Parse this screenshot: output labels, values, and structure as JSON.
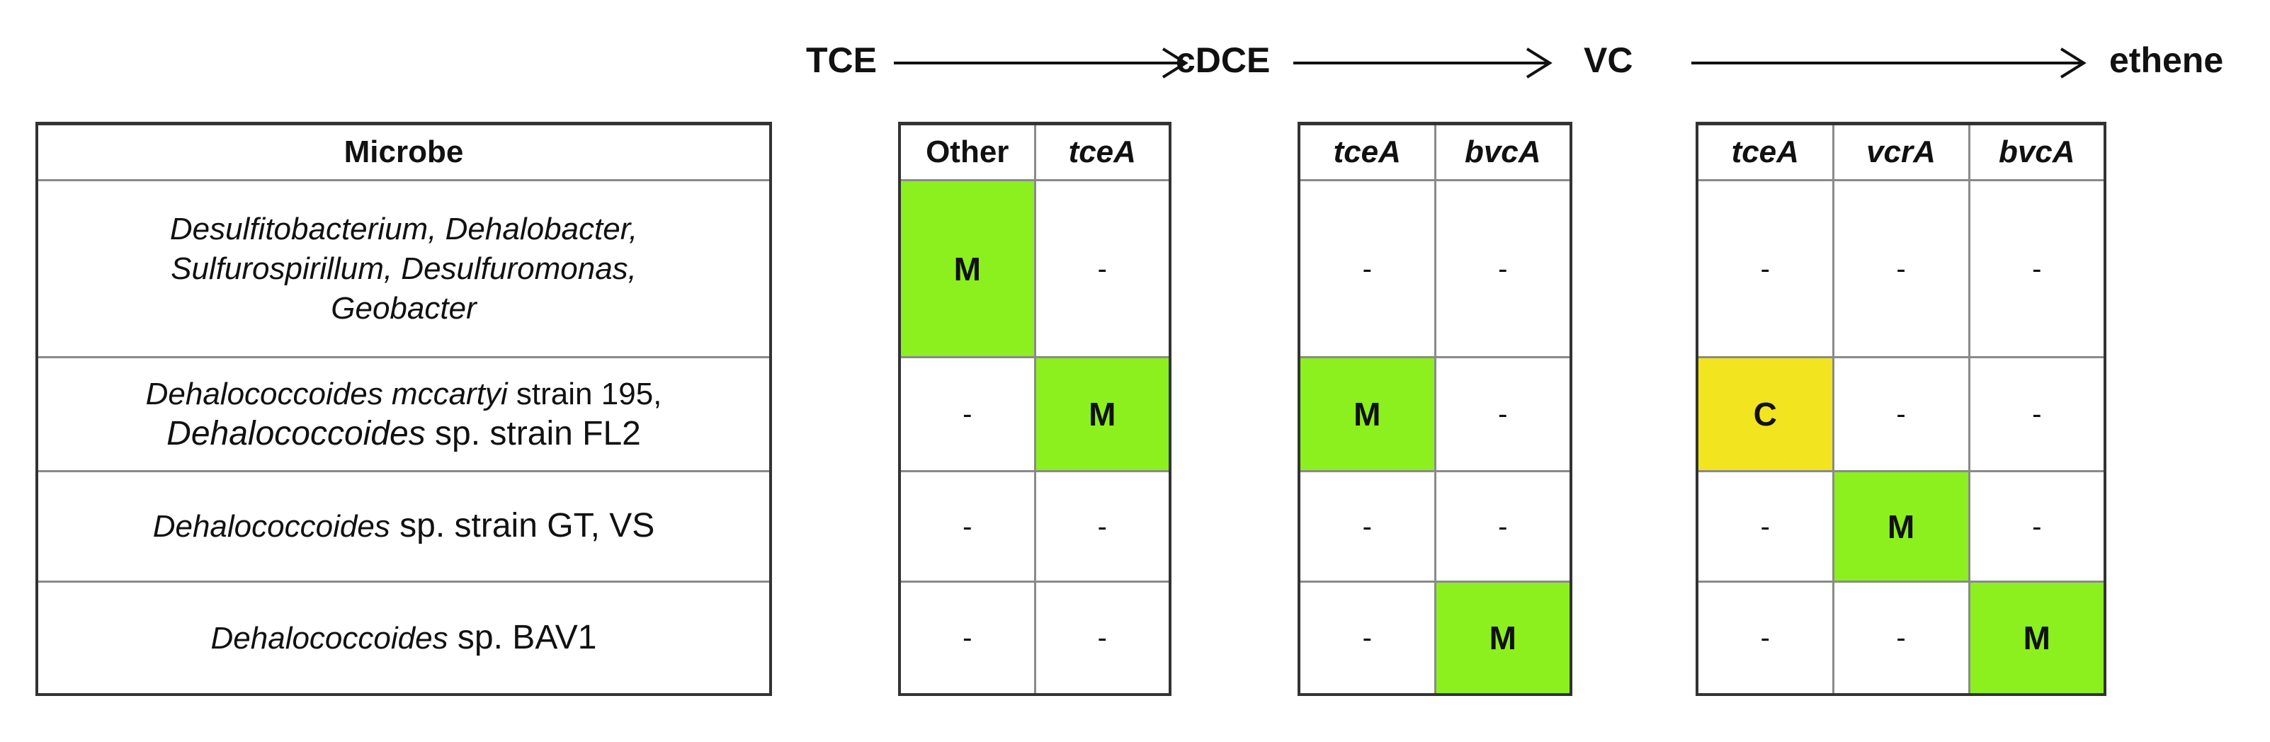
{
  "pathway": {
    "compounds": [
      "TCE",
      "cDCE",
      "VC",
      "ethene"
    ]
  },
  "microbe_table": {
    "header": "Microbe",
    "rows": [
      {
        "lines": [
          "Desulfitobacterium, Dehalobacter,",
          "Sulfurospirillum, Desulfuromonas,",
          "Geobacter"
        ]
      },
      {
        "line1_italic": "Dehalococcoides mccartyi",
        "line1_plain": " strain 195,",
        "line2_italic": "Dehalococcoides",
        "line2_plain": " sp. strain FL2"
      },
      {
        "italic": "Dehalococcoides",
        "plain": " sp. strain GT, VS"
      },
      {
        "italic": "Dehalococcoides",
        "plain": " sp. BAV1"
      }
    ]
  },
  "step1": {
    "headers": [
      "Other",
      "tceA"
    ],
    "rows": [
      [
        "M",
        "-"
      ],
      [
        "-",
        "M"
      ],
      [
        "-",
        "-"
      ],
      [
        "-",
        "-"
      ]
    ]
  },
  "step2": {
    "headers": [
      "tceA",
      "bvcA"
    ],
    "rows": [
      [
        "-",
        "-"
      ],
      [
        "M",
        "-"
      ],
      [
        "-",
        "-"
      ],
      [
        "-",
        "M"
      ]
    ]
  },
  "step3": {
    "headers": [
      "tceA",
      "vcrA",
      "bvcA"
    ],
    "rows": [
      [
        "-",
        "-",
        "-"
      ],
      [
        "C",
        "-",
        "-"
      ],
      [
        "-",
        "M",
        "-"
      ],
      [
        "-",
        "-",
        "M"
      ]
    ]
  },
  "colors": {
    "metabolic": "#8cf01e",
    "cometabolic": "#f2e41e",
    "grid": "#8a8a8a",
    "frame": "#333333"
  }
}
